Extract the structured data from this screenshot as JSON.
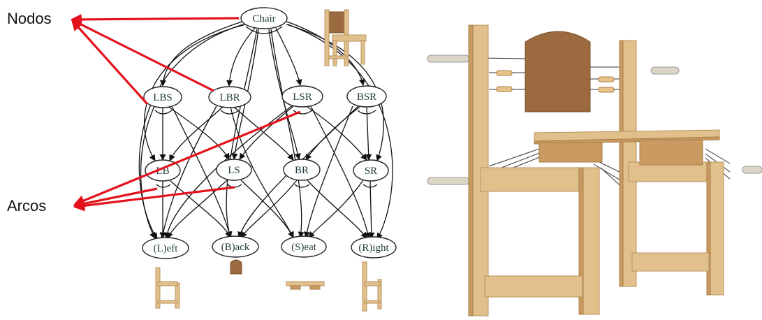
{
  "labels": {
    "nodes_label": "Nodos",
    "arcs_label": "Arcos"
  },
  "graph": {
    "root": "Chair",
    "level1": [
      "LBS",
      "LBR",
      "LSR",
      "BSR"
    ],
    "level2": [
      "LB",
      "LS",
      "BR",
      "SR"
    ],
    "leaves": [
      "(L)eft",
      "(B)ack",
      "(S)eat",
      "(R)ight"
    ]
  },
  "colors": {
    "annotation_arrow": "#e3121b",
    "edge": "#111111",
    "wood_light": "#e2c08c",
    "wood_back": "#9c6a3f"
  }
}
